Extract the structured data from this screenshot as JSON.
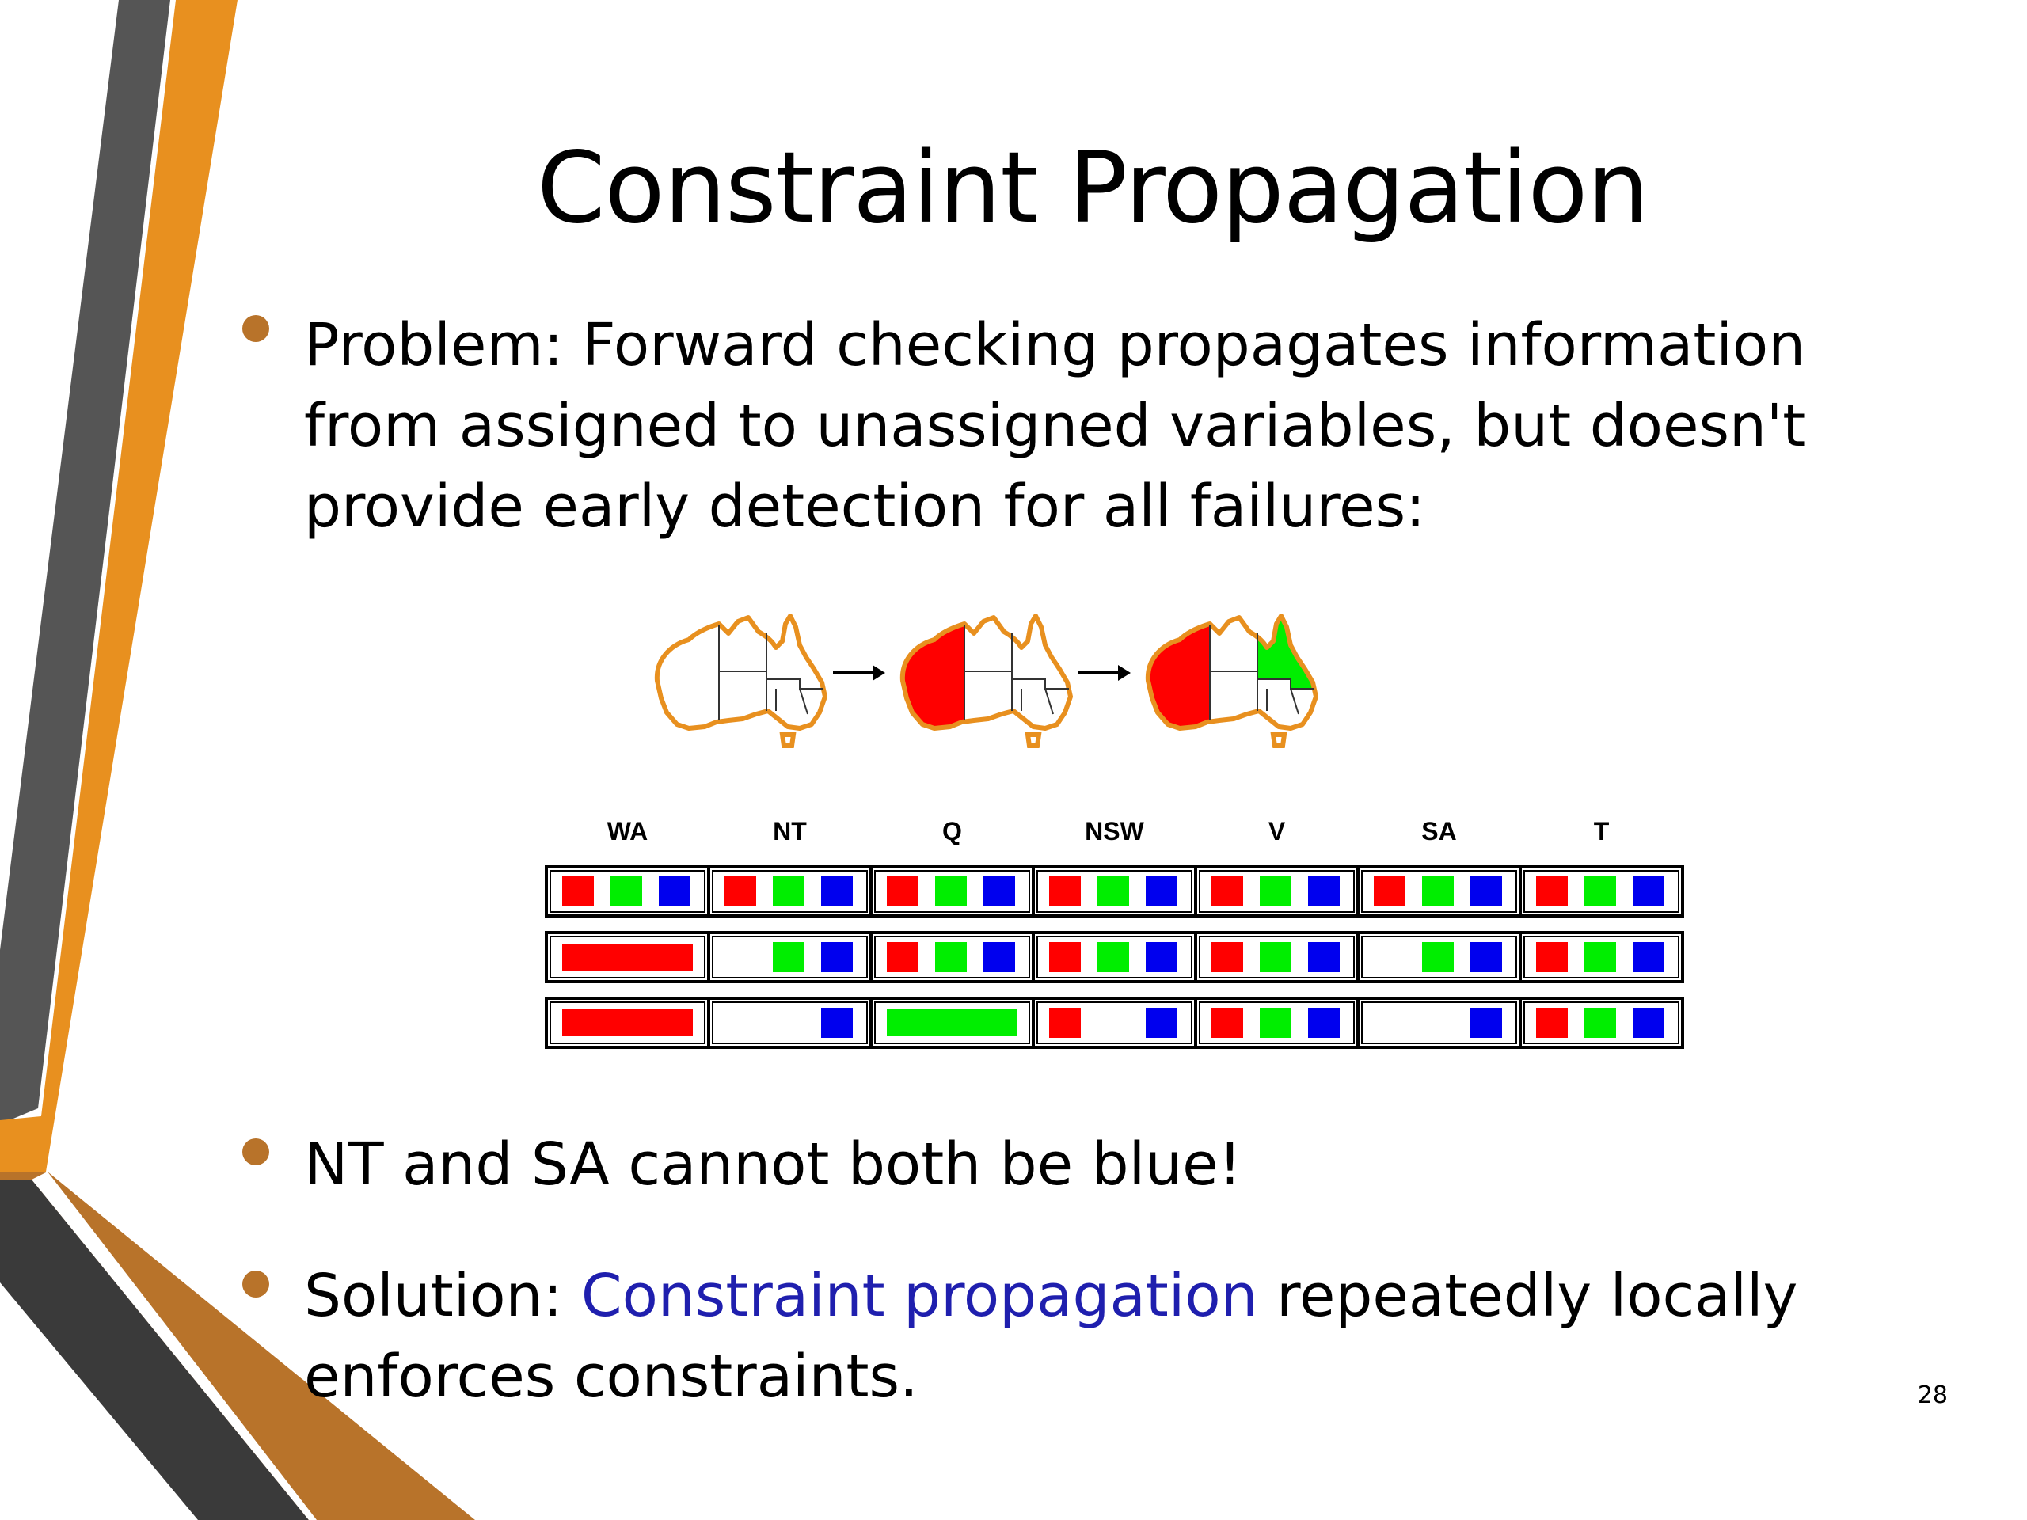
{
  "slide": {
    "title": "Constraint Propagation",
    "page_number": "28"
  },
  "bullets": [
    {
      "text": "Problem: Forward checking propagates information from assigned to unassigned variables, but doesn't provide early detection for all failures:"
    },
    {
      "text": "NT and SA cannot both be blue!"
    },
    {
      "prefix": "Solution: ",
      "highlight": "Constraint propagation",
      "suffix": " repeatedly locally enforces constraints."
    }
  ],
  "colors": {
    "accent_orange": "#e8901f",
    "accent_dark_orange": "#b8732a",
    "decor_gray": "#555555",
    "decor_dark": "#3a3a3a",
    "highlight_blue": "#1f1fae",
    "domain_red": "#ff0000",
    "domain_green": "#00ee00",
    "domain_blue": "#0000ee"
  },
  "figure": {
    "maps": [
      {
        "assigned": []
      },
      {
        "assigned": [
          {
            "region": "WA",
            "color": "red"
          }
        ]
      },
      {
        "assigned": [
          {
            "region": "WA",
            "color": "red"
          },
          {
            "region": "Q",
            "color": "green"
          }
        ]
      }
    ],
    "variables": [
      "WA",
      "NT",
      "Q",
      "NSW",
      "V",
      "SA",
      "T"
    ],
    "domain_rows": [
      [
        [
          "red",
          "green",
          "blue"
        ],
        [
          "red",
          "green",
          "blue"
        ],
        [
          "red",
          "green",
          "blue"
        ],
        [
          "red",
          "green",
          "blue"
        ],
        [
          "red",
          "green",
          "blue"
        ],
        [
          "red",
          "green",
          "blue"
        ],
        [
          "red",
          "green",
          "blue"
        ]
      ],
      [
        [
          "red-assigned"
        ],
        [
          "green",
          "blue"
        ],
        [
          "red",
          "green",
          "blue"
        ],
        [
          "red",
          "green",
          "blue"
        ],
        [
          "red",
          "green",
          "blue"
        ],
        [
          "green",
          "blue"
        ],
        [
          "red",
          "green",
          "blue"
        ]
      ],
      [
        [
          "red-assigned"
        ],
        [
          "blue"
        ],
        [
          "green-assigned"
        ],
        [
          "red",
          "blue"
        ],
        [
          "red",
          "green",
          "blue"
        ],
        [
          "blue"
        ],
        [
          "red",
          "green",
          "blue"
        ]
      ]
    ]
  }
}
